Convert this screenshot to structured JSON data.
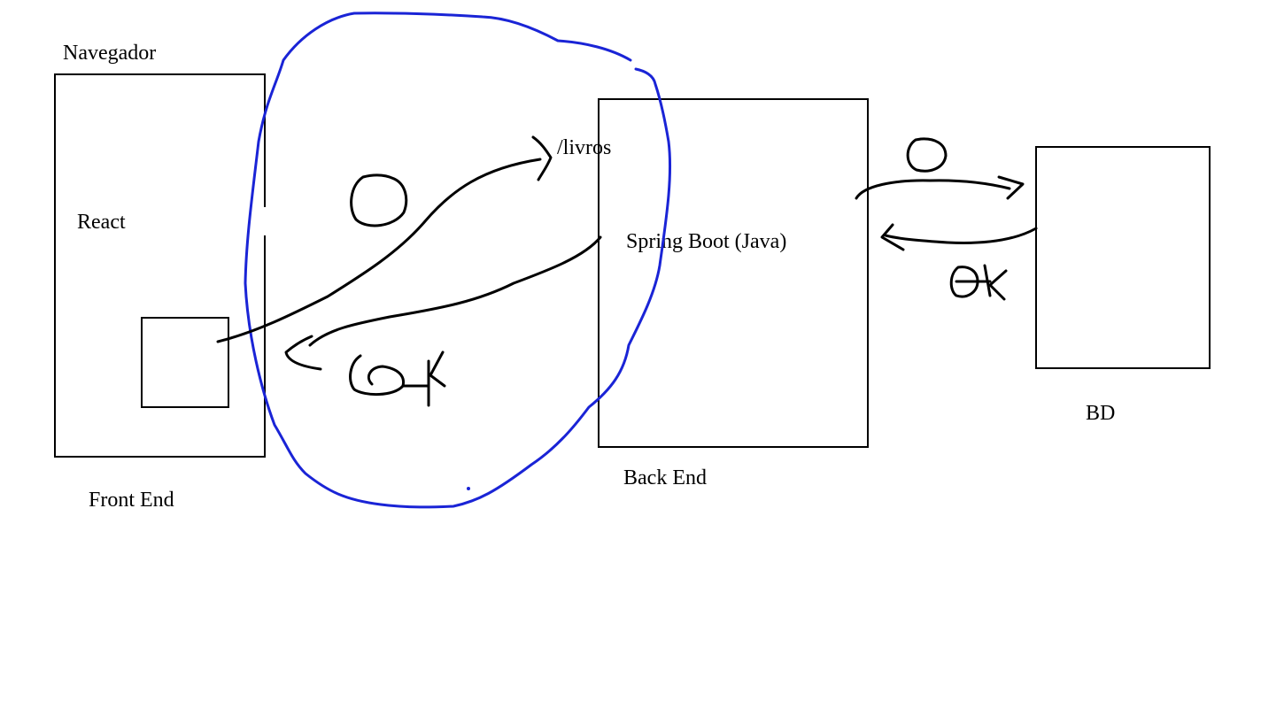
{
  "labels": {
    "navegador": "Navegador",
    "react": "React",
    "front_end": "Front End",
    "endpoint": "/livros",
    "spring_boot": "Spring Boot (Java)",
    "back_end": "Back End",
    "bd": "BD"
  },
  "handwritten": {
    "ok_frontend": "OK",
    "ok_database": "OK"
  },
  "colors": {
    "ink": "#000000",
    "highlight": "#1a24d6",
    "background": "#ffffff"
  }
}
